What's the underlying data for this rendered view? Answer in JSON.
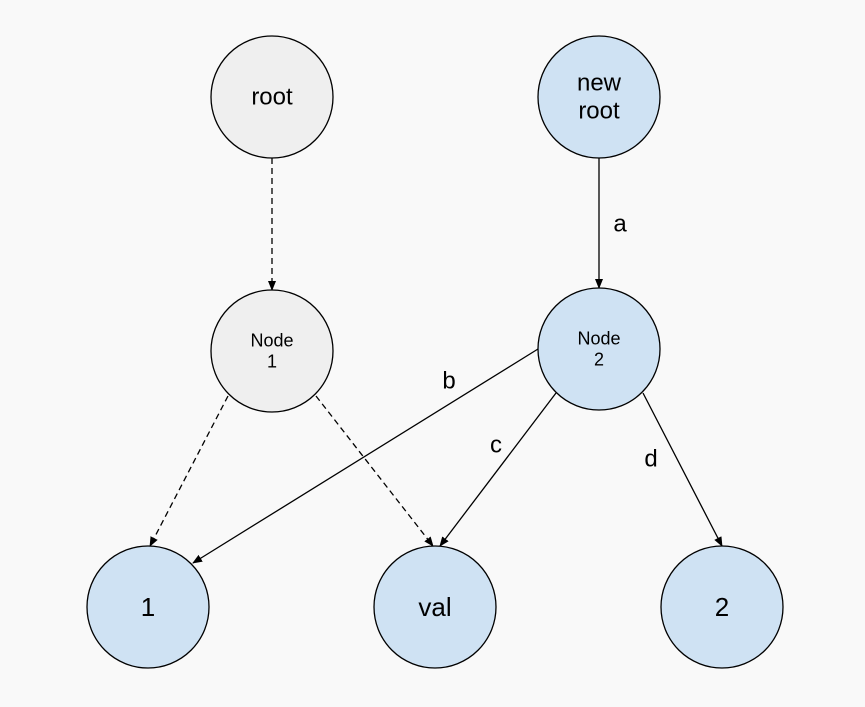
{
  "colors": {
    "background": "#f9f9f9",
    "old_node_fill": "#efefef",
    "new_node_fill": "#cfe2f3",
    "stroke": "#000000"
  },
  "nodes": {
    "root": {
      "lines": [
        "root"
      ],
      "style": "old"
    },
    "new_root": {
      "lines": [
        "new",
        "root"
      ],
      "style": "new"
    },
    "node1": {
      "lines": [
        "Node",
        "1"
      ],
      "style": "old"
    },
    "node2": {
      "lines": [
        "Node",
        "2"
      ],
      "style": "new"
    },
    "leaf_1": {
      "lines": [
        "1"
      ],
      "style": "new"
    },
    "leaf_val": {
      "lines": [
        "val"
      ],
      "style": "new"
    },
    "leaf_2": {
      "lines": [
        "2"
      ],
      "style": "new"
    }
  },
  "edges": [
    {
      "id": "root-node1",
      "from": "root",
      "to": "node1",
      "line": "dashed",
      "label": ""
    },
    {
      "id": "node1-leaf1",
      "from": "node1",
      "to": "leaf_1",
      "line": "dashed",
      "label": ""
    },
    {
      "id": "node1-val",
      "from": "node1",
      "to": "leaf_val",
      "line": "dashed",
      "label": ""
    },
    {
      "id": "newroot-node2",
      "from": "new_root",
      "to": "node2",
      "line": "solid",
      "label": "a"
    },
    {
      "id": "node2-leaf1",
      "from": "node2",
      "to": "leaf_1",
      "line": "solid",
      "label": "b"
    },
    {
      "id": "node2-val",
      "from": "node2",
      "to": "leaf_val",
      "line": "solid",
      "label": "c"
    },
    {
      "id": "node2-leaf2",
      "from": "node2",
      "to": "leaf_2",
      "line": "solid",
      "label": "d"
    }
  ]
}
